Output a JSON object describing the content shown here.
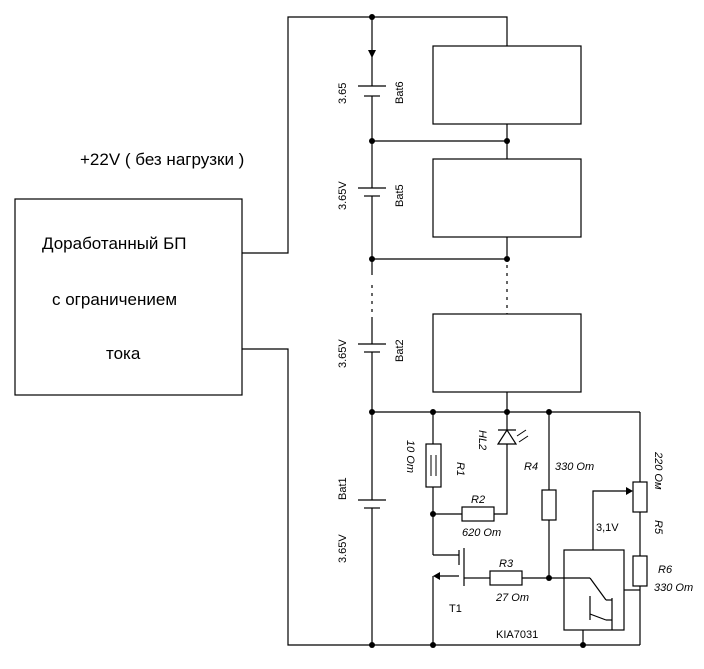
{
  "psu": {
    "line1": "Доработанный БП",
    "line2": "с ограничением",
    "line3": "тока",
    "voltage_note": "+22V ( без нагрузки )"
  },
  "batteries": [
    {
      "name": "Bat6",
      "voltage": "3.65"
    },
    {
      "name": "Bat5",
      "voltage": "3.65V"
    },
    {
      "name": "Bat2",
      "voltage": "3.65V"
    },
    {
      "name": "Bat1",
      "voltage": "3.65V"
    }
  ],
  "components": {
    "r1_name": "R1",
    "r1_value": "10 Om",
    "r2_name": "R2",
    "r2_value": "620 Om",
    "r3_name": "R3",
    "r3_value": "27 Om",
    "r4_name": "R4",
    "r4_value": "330 Om",
    "r5_name": "R5",
    "r5_value": "220 Ом",
    "r6_name": "R6",
    "r6_value": "330 Om",
    "led_name": "HL2",
    "transistor_name": "T1",
    "ic_name": "KIA7031",
    "ref_voltage": "3,1V"
  }
}
